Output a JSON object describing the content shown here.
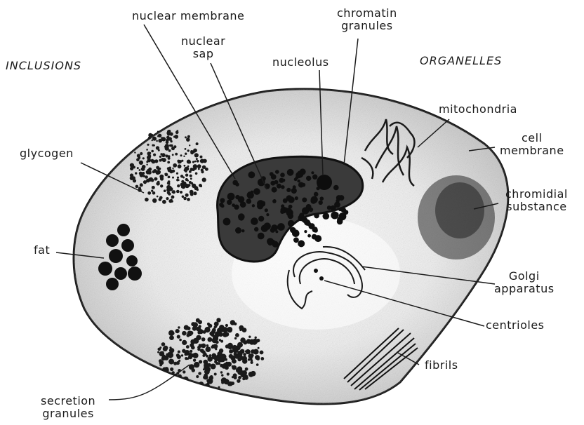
{
  "headings": {
    "inclusions": "INCLUSIONS",
    "organelles": "ORGANELLES"
  },
  "labels": {
    "nuclear_membrane": "nuclear membrane",
    "chromatin": [
      "chromatin",
      "granules"
    ],
    "nuclear_sap": [
      "nuclear",
      "sap"
    ],
    "nucleolus": "nucleolus",
    "mitochondria": "mitochondria",
    "cell_membrane": [
      "cell",
      "membrane"
    ],
    "glycogen": "glycogen",
    "chromidial": [
      "chromidial",
      "substance"
    ],
    "fat": "fat",
    "golgi": [
      "Golgi",
      "apparatus"
    ],
    "centrioles": "centrioles",
    "fibrils": "fibrils",
    "secretion": [
      "secretion",
      "granules"
    ]
  },
  "colors": {
    "ink": "#1a1a1a",
    "cytoplasm": "#d9d9d9",
    "nucleus": "#3a3a3a"
  }
}
